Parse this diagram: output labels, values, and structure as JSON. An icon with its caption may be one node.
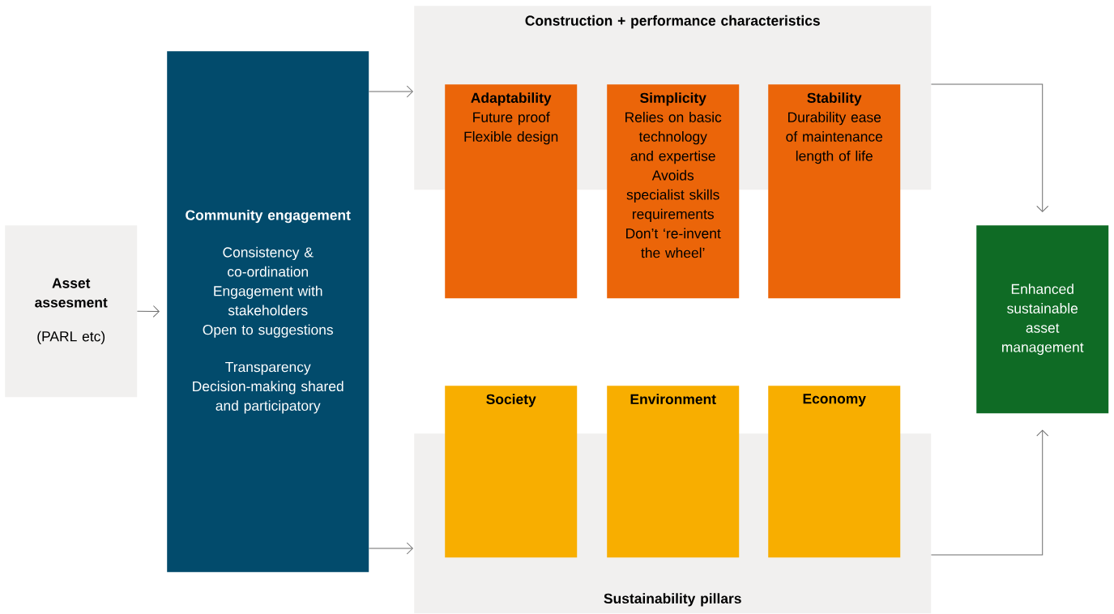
{
  "diagram": {
    "nodes": [
      {
        "text": [
          "Asset assesment",
          "(PARL etc)"
        ]
      },
      {
        "text": [
          "Community engagement",
          "Consistency & co-ordination",
          "Engagement with stakeholders",
          "Open to suggestions",
          "Transparency",
          "Decision-making shared and participatory"
        ]
      },
      {
        "text": [
          "Construction + performance characteristics"
        ]
      },
      {
        "text": [
          "Adaptability",
          "Future proof",
          "Flexible design"
        ]
      },
      {
        "text": [
          "Simplicity",
          "Relies on basic technology and expertise",
          "Avoids specialist skills requirements",
          "Don’t ‘re-invent the wheel’"
        ]
      },
      {
        "text": [
          "Stability",
          "Durability ease of maintenance length of life"
        ]
      },
      {
        "text": [
          "Sustainability pillars"
        ]
      },
      {
        "text": [
          "Society"
        ]
      },
      {
        "text": [
          "Environment"
        ]
      },
      {
        "text": [
          "Economy"
        ]
      },
      {
        "text": [
          "Enhanced sustainable asset management"
        ]
      }
    ],
    "edges": [
      {
        "from": 0,
        "to": 1,
        "arrow": "to"
      },
      {
        "from": 1,
        "to": 2,
        "arrow": "to"
      },
      {
        "from": 1,
        "to": 6,
        "arrow": "to"
      },
      {
        "from": 2,
        "to": 10,
        "arrow": "to"
      },
      {
        "from": 6,
        "to": 10,
        "arrow": "to"
      }
    ]
  }
}
